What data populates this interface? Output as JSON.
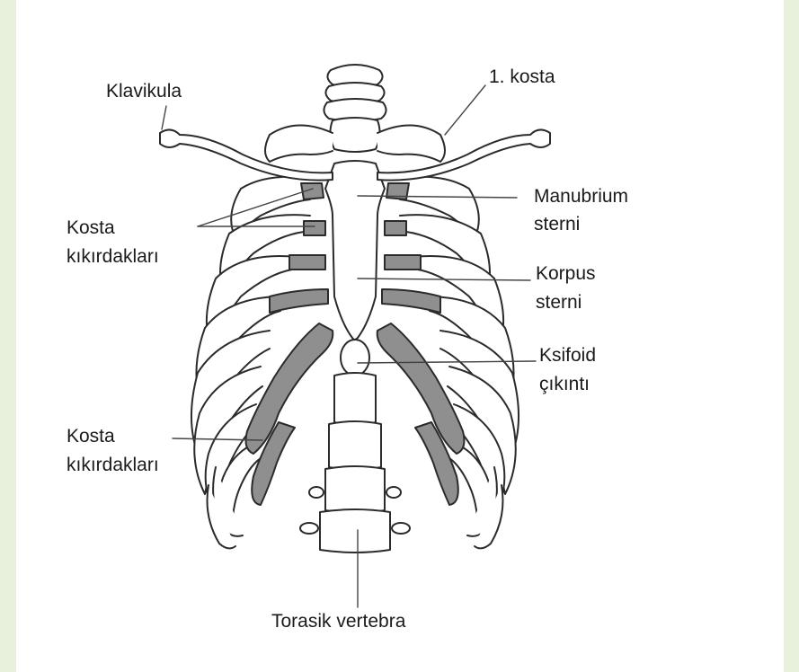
{
  "figure": {
    "colors": {
      "background": "#e8f1dc",
      "paper": "#ffffff",
      "outline": "#2b2b2b",
      "cartilage": "#8f8f8f"
    },
    "labels": {
      "klavikula": "Klavikula",
      "kosta1": "1. kosta",
      "manubrium_1": "Manubrium",
      "manubrium_2": "sterni",
      "kosta_kik_upper_1": "Kosta",
      "kosta_kik_upper_2": "kıkırdakları",
      "korpus_1": "Korpus",
      "korpus_2": "sterni",
      "ksifoid_1": "Ksifoid",
      "ksifoid_2": "çıkıntı",
      "kosta_kik_lower_1": "Kosta",
      "kosta_kik_lower_2": "kıkırdakları",
      "torasik": "Torasik vertebra"
    }
  }
}
